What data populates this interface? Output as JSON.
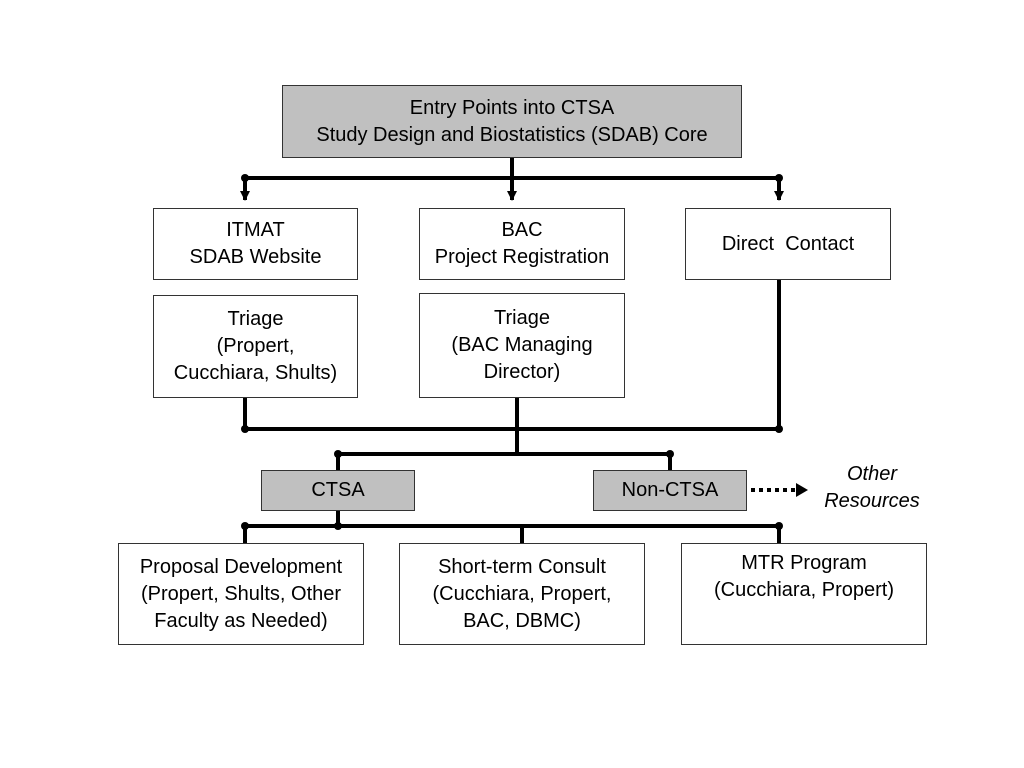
{
  "top": {
    "line1": "Entry Points into CTSA",
    "line2": "Study Design and Biostatistics (SDAB) Core"
  },
  "entry_points": {
    "itmat": {
      "line1": "ITMAT",
      "line2": "SDAB Website"
    },
    "bac": {
      "line1": "BAC",
      "line2": "Project Registration"
    },
    "direct": {
      "line1": "Direct  Contact"
    }
  },
  "triage": {
    "left": {
      "line1": "Triage",
      "line2": "(Propert,",
      "line3": "Cucchiara, Shults)"
    },
    "middle": {
      "line1": "Triage",
      "line2": "(BAC Managing",
      "line3": "Director)"
    }
  },
  "routing": {
    "ctsa": "CTSA",
    "non_ctsa": "Non-CTSA",
    "other_resources": {
      "line1": "Other",
      "line2": "Resources"
    }
  },
  "services": {
    "proposal": {
      "line1": "Proposal Development",
      "line2": "(Propert, Shults, Other",
      "line3": "Faculty as Needed)"
    },
    "consult": {
      "line1": "Short-term Consult",
      "line2": "(Cucchiara, Propert,",
      "line3": "BAC, DBMC)"
    },
    "mtr": {
      "line1": "MTR Program",
      "line2": "(Cucchiara, Propert)"
    }
  },
  "colors": {
    "header_fill": "#c0c0c0",
    "box_fill": "#ffffff",
    "line": "#000000"
  }
}
